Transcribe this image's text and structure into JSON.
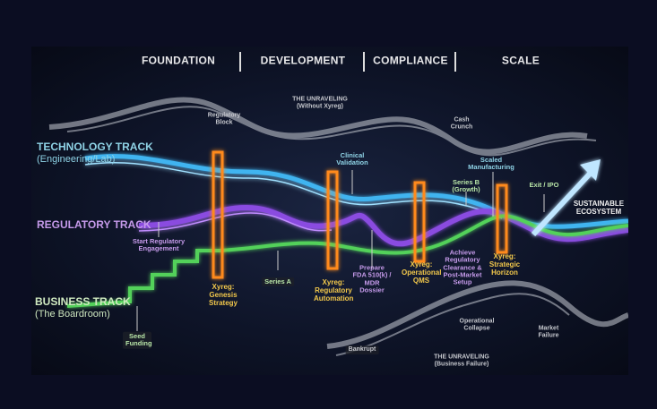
{
  "phases": [
    "FOUNDATION",
    "DEVELOPMENT",
    "COMPLIANCE",
    "SCALE"
  ],
  "tracks": {
    "technology": {
      "title": "TECHNOLOGY TRACK",
      "subtitle": "(Engineering/Lab)",
      "color": "#8fd3e6"
    },
    "regulatory": {
      "title": "REGULATORY TRACK",
      "color": "#c59aea"
    },
    "business": {
      "title": "BUSINESS TRACK",
      "subtitle": "(The Boardroom)",
      "color": "#cfe9c0"
    }
  },
  "unraveling_top": {
    "title": "THE UNRAVELING",
    "subtitle": "(Without Xyreg)",
    "labels": [
      "Regulatory Block",
      "Cash Crunch"
    ]
  },
  "unraveling_bottom": {
    "title": "THE UNRAVELING",
    "subtitle": "(Business Failure)",
    "labels": [
      "Bankrupt",
      "Operational Collapse",
      "Market Failure"
    ]
  },
  "milestones": {
    "clinical_validation": "Clinical Validation",
    "scaled_manufacturing": "Scaled Manufacturing",
    "series_b": "Series B (Growth)",
    "exit_ipo": "Exit / IPO",
    "start_regulatory": "Start Regulatory Engagement",
    "series_a": "Series A",
    "seed_funding": "Seed Funding",
    "prepare_fda": "Prepare FDA 510(k) / MDR Dossier",
    "achieve_clearance": "Achieve Regulatory Clearance & Post-Market Setup"
  },
  "xyreg_gates": [
    "Xyreg: Genesis Strategy",
    "Xyreg: Regulatory Automation",
    "Xyreg: Operational QMS",
    "Xyreg: Strategic Horizon"
  ],
  "outcome": "SUSTAINABLE ECOSYSTEM",
  "colors": {
    "gate": "#ff8a1e",
    "tech": "#3fb4f0",
    "reg": "#8a4be0",
    "biz": "#52d15a",
    "grey": "#c8ccd4"
  }
}
